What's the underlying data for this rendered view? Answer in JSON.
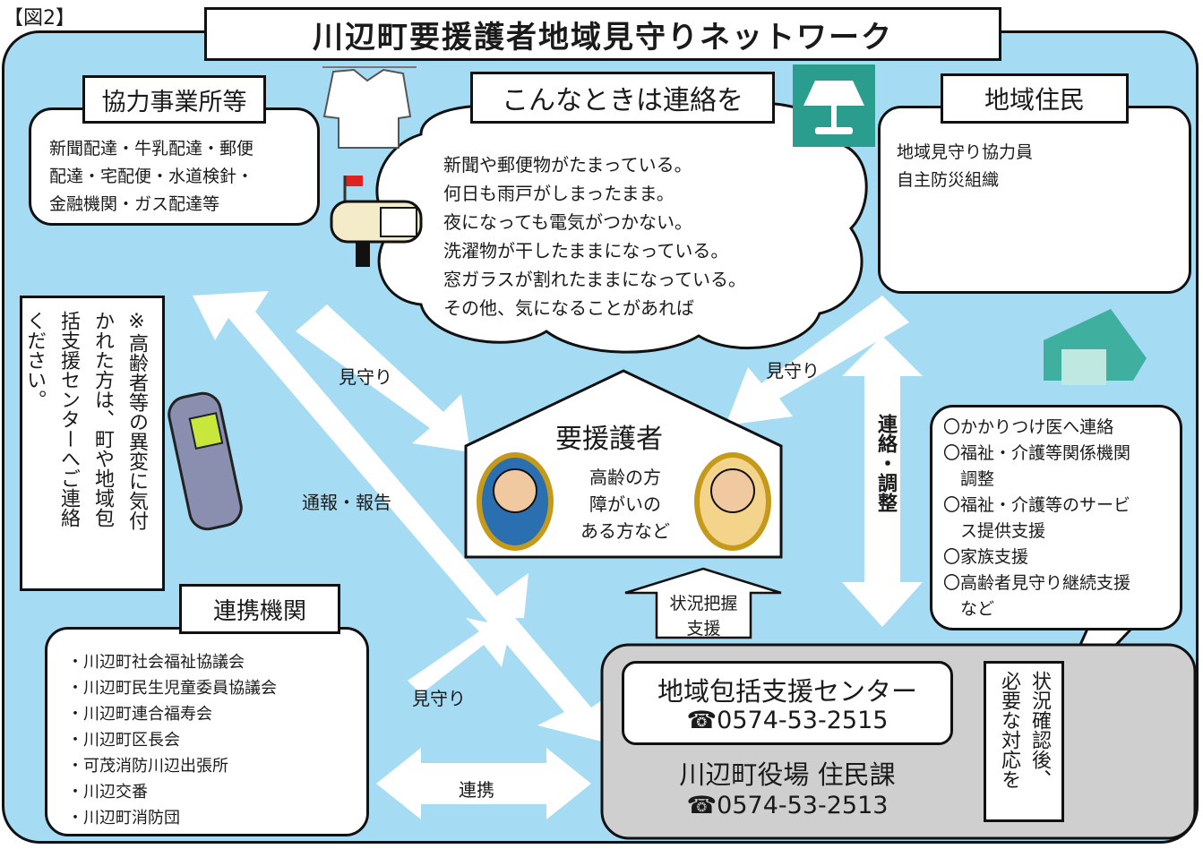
{
  "figure_label": "【図2】",
  "title": "川辺町要援護者地域見守りネットワーク",
  "cooperating": {
    "heading": "協力事業所等",
    "lines": [
      "新聞配達・牛乳配達・郵便",
      "配達・宅配便・水道検針・",
      "金融機関・ガス配達等"
    ]
  },
  "contact_when": {
    "heading": "こんなときは連絡を",
    "items": [
      "新聞や郵便物がたまっている。",
      "何日も雨戸がしまったまま。",
      "夜になっても電気がつかない。",
      "洗濯物が干したままになっている。",
      "窓ガラスが割れたままになっている。",
      "その他、気になることがあれば"
    ]
  },
  "residents": {
    "heading": "地域住民",
    "lines": [
      "地域見守り協力員",
      "自主防災組織"
    ]
  },
  "note_vertical": [
    "※高齢者等の異変に気付",
    "かれた方は、町や地域包",
    "括支援センターへご連絡",
    "ください。"
  ],
  "center_house": {
    "title": "要援護者",
    "lines": [
      "高齢の方",
      "障がいの",
      "ある方など"
    ]
  },
  "arrows": {
    "watch_left": "見守り",
    "watch_right": "見守り",
    "report": "通報・報告",
    "contact_adjust": "連絡・調整",
    "status_support": [
      "状況把握",
      "支援"
    ],
    "watch_bottom": "見守り",
    "cooperation": "連携"
  },
  "services": [
    "〇かかりつけ医へ連絡",
    "〇福祉・介護等関係機関",
    "　調整",
    "〇福祉・介護等のサービ",
    "　ス提供支援",
    "〇家族支援",
    "〇高齢者見守り継続支援",
    "　など"
  ],
  "partners": {
    "heading": "連携機関",
    "items": [
      "・川辺町社会福祉協議会",
      "・川辺町民生児童委員協議会",
      "・川辺町連合福寿会",
      "・川辺町区長会",
      "・可茂消防川辺出張所",
      "・川辺交番",
      "・川辺町消防団"
    ]
  },
  "center": {
    "name": "地域包括支援センター",
    "phone": "☎0574-53-2515",
    "office": "川辺町役場 住民課",
    "office_phone": "☎0574-53-2513",
    "vertical_note": [
      "状況確認後、",
      "必要な対応を"
    ]
  },
  "colors": {
    "background": "#a5dcf4",
    "arrow": "#ffffff",
    "center_bg": "#cfcfcf"
  }
}
